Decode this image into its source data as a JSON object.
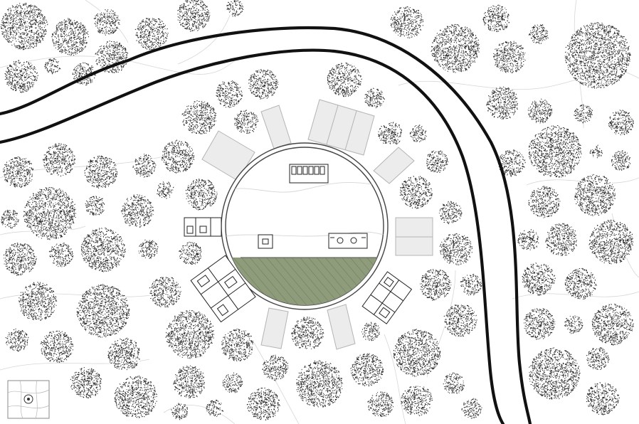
{
  "drawing": {
    "kind": "site-plan",
    "colors": {
      "background": "#ffffff",
      "tree_stipple": "#222222",
      "road_line": "#111111",
      "terrain_line": "#d6d6d6",
      "parking_fill": "#ececec",
      "parking_stroke": "#b4b4b4",
      "lawn_fill": "#8e9c7c",
      "lawn_hatch": "#6f7d5e",
      "ring_stroke": "#444444",
      "building_stroke": "#222222"
    },
    "elements": {
      "road": "curved-road",
      "ring_building": "circular-courtyard-building",
      "courtyard": "inner-courtyard",
      "lawn": "courtyard-lawn",
      "parking": "parking-bays",
      "units": "housing-units",
      "trees": "tree-canopies",
      "locator": "site-locator-map"
    }
  }
}
